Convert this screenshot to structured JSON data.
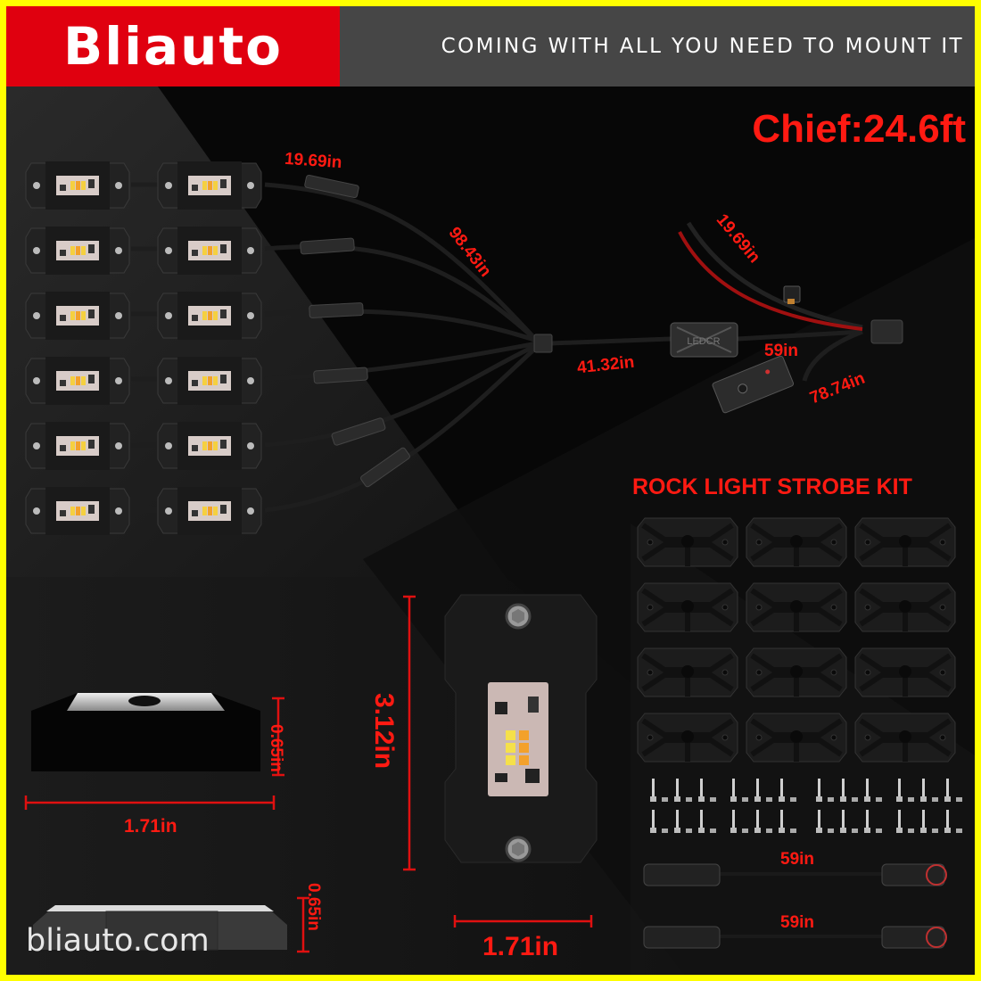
{
  "header": {
    "brand": "Bliauto",
    "tagline": "COMING WITH ALL YOU NEED TO MOUNT IT"
  },
  "title": "Chief:24.6ft",
  "colors": {
    "accent_red": "#ff1a12",
    "brand_red": "#e0000f",
    "header_gray": "#464646",
    "border_yellow": "#ffff00",
    "background": "#070707"
  },
  "wiring": {
    "pod_count": 12,
    "labels": {
      "pod_lead": "19.69in",
      "splitter_lead": "98.43in",
      "to_controller": "41.32in",
      "power_lead": "19.69in",
      "controller_out": "59in",
      "switch_lead": "78.74in"
    },
    "controller_text": "LEDCR"
  },
  "kit": {
    "title": "ROCK LIGHT  STROBE KIT",
    "mount_count": 12,
    "screw_rows": 2,
    "extension_cables": [
      {
        "label": "59in"
      },
      {
        "label": "59in"
      }
    ]
  },
  "dimensions": {
    "side_height": "0.65in",
    "side_width": "1.71in",
    "top_length": "3.12in",
    "top_width": "1.71in",
    "profile_height": "0.65in"
  },
  "footer": {
    "website": "bliauto.com"
  }
}
